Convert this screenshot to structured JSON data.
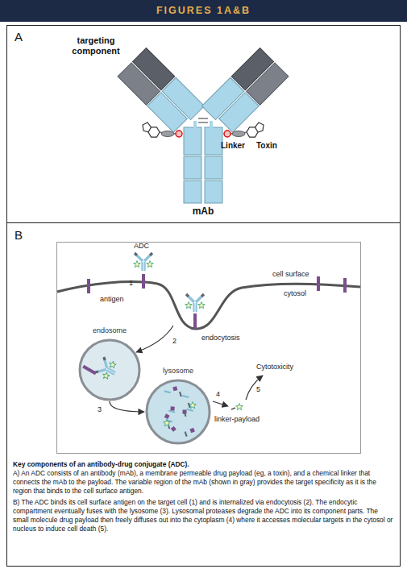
{
  "diagram": {
    "title": "FIGURES 1A&B",
    "caption": "Key components of an antibody-drug conjugate (ADC).",
    "nodes": [
      {
        "text": [
          "endosome"
        ]
      },
      {
        "text": [
          "lysosome"
        ]
      }
    ],
    "edges": [
      {
        "from": 0,
        "to": 1,
        "arrow": "to",
        "label": "3"
      }
    ],
    "labels": [
      "A",
      "targeting component",
      "Linker",
      "Toxin",
      "mAb",
      "B",
      "ADC",
      "1",
      "antigen",
      "cell surface",
      "cytosol",
      "endocytosis",
      "2",
      "4",
      "linker-payload",
      "5",
      "Cytotoxicity",
      "A) An ADC consists of an antibody (mAb), a membrane permeable drug payload (eg, a toxin), and a chemical linker that connects the mAb to the payload. The variable region of the mAb (shown in gray) provides the target specificity as it is the region that binds to the cell surface antigen.",
      "B) The ADC binds its cell surface antigen on the target cell (1) and is internalized via endocytosis (2). The endocytic compartment eventually fuses with the lysosome (3). Lysosomal proteases degrade the ADC into its component parts. The small molecule drug payload then freely diffuses out into the cytoplasm (4) where it accesses molecular targets in the cytosol or nucleus to induce cell death (5)."
    ]
  }
}
